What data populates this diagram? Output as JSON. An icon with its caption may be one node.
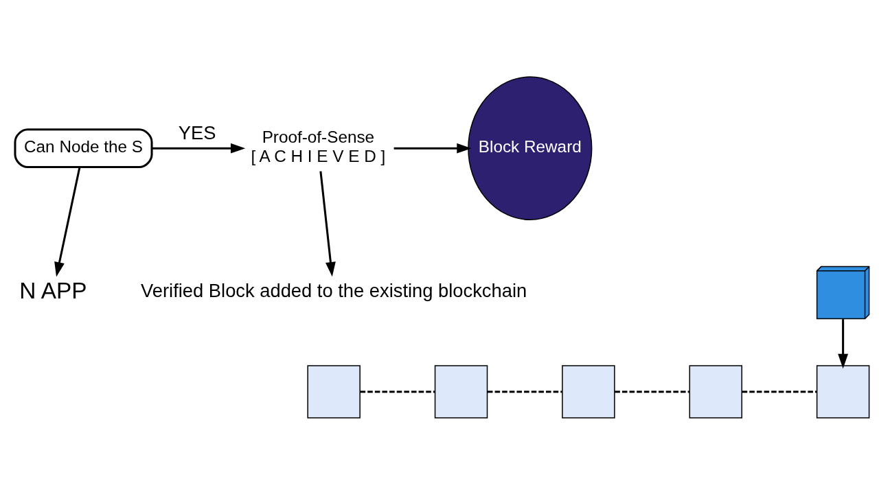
{
  "diagram": {
    "nodes": [
      {
        "text": [
          "Block Reward"
        ]
      },
      {
        "text": [
          "Proof-of-Sense",
          "[ A C H I E V E D ]"
        ]
      },
      {
        "text": [
          "Can Node the S"
        ]
      },
      {
        "text": [
          "N APP"
        ]
      },
      {
        "text": [
          "Verified Block added to the existing blockchain"
        ]
      },
      {
        "text": [],
        "shape": "cube"
      },
      {
        "text": [],
        "shape": "cube"
      },
      {
        "text": [],
        "shape": "cube"
      },
      {
        "text": [],
        "shape": "cube"
      },
      {
        "text": [],
        "shape": "cube"
      },
      {
        "text": [],
        "shape": "cube"
      }
    ],
    "edges": [
      {
        "from": 2,
        "to": 1,
        "arrow": "to",
        "label": "YES"
      },
      {
        "from": 1,
        "to": 0,
        "arrow": "to"
      },
      {
        "from": 1,
        "to": 4,
        "arrow": "to"
      },
      {
        "from": 2,
        "to": 3,
        "arrow": "to"
      },
      {
        "from": 5,
        "to": 6,
        "arrow": "none",
        "style": "dashed"
      },
      {
        "from": 6,
        "to": 7,
        "arrow": "none",
        "style": "dashed"
      },
      {
        "from": 7,
        "to": 8,
        "arrow": "none",
        "style": "dashed"
      },
      {
        "from": 8,
        "to": 9,
        "arrow": "none",
        "style": "dashed"
      },
      {
        "from": 10,
        "to": 9,
        "arrow": "to"
      }
    ]
  }
}
